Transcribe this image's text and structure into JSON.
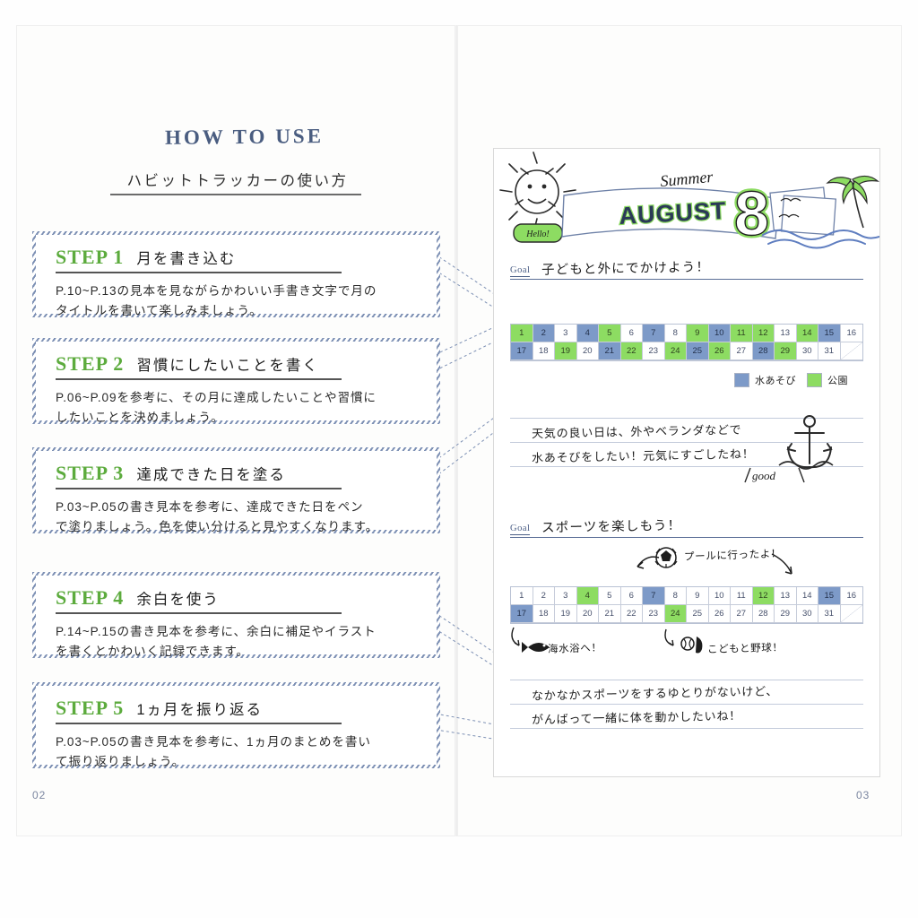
{
  "spread": {
    "left_page_number": "02",
    "right_page_number": "03"
  },
  "left_page": {
    "heading_en": "HOW TO USE",
    "heading_ja": "ハビットトラッカーの使い方",
    "steps": [
      {
        "number": "STEP 1",
        "title": "月を書き込む",
        "body_line1": "P.10~P.13の見本を見ながらかわいい手書き文字で月の",
        "body_line2": "タイトルを書いて楽しみましょう。"
      },
      {
        "number": "STEP 2",
        "title": "習慣にしたいことを書く",
        "body_line1": "P.06~P.09を参考に、その月に達成したいことや習慣に",
        "body_line2": "したいことを決めましょう。"
      },
      {
        "number": "STEP 3",
        "title": "達成できた日を塗る",
        "body_line1": "P.03~P.05の書き見本を参考に、達成できた日をペン",
        "body_line2": "で塗りましょう。色を使い分けると見やすくなります。"
      },
      {
        "number": "STEP 4",
        "title": "余白を使う",
        "body_line1": "P.14~P.15の書き見本を参考に、余白に補足やイラスト",
        "body_line2": "を書くとかわいく記録できます。"
      },
      {
        "number": "STEP 5",
        "title": "1ヵ月を振り返る",
        "body_line1": "P.03~P.05の書き見本を参考に、1ヵ月のまとめを書い",
        "body_line2": "て振り返りましょう。"
      }
    ]
  },
  "right_page": {
    "banner": {
      "season_word": "Summer",
      "month_word": "AUGUST",
      "month_number": "8",
      "hello_tag": "Hello!"
    },
    "goal_label": "Goal",
    "sections": [
      {
        "goal_text": "子どもと外にでかけよう！",
        "legend": [
          {
            "color": "#7d9ac8",
            "label": "水あそび"
          },
          {
            "color": "#8ddc62",
            "label": "公園"
          }
        ],
        "memo_line1": "天気の良い日は、外やベランダなどで",
        "memo_line2": "水あそびをしたい！元気にすごしたね！",
        "stamp": "good"
      },
      {
        "goal_text": "スポーツを楽しもう！",
        "note_ball": "プールに行ったよ！",
        "note_left": "海水浴へ！",
        "note_right": "こどもと野球！",
        "memo_line1": "なかなかスポーツをするゆとりがないけど、",
        "memo_line2": "がんばって一緒に体を動かしたいね！"
      }
    ]
  },
  "chart_data": [
    {
      "type": "heatmap",
      "title": "子どもと外にでかけよう！",
      "categories": [
        1,
        2,
        3,
        4,
        5,
        6,
        7,
        8,
        9,
        10,
        11,
        12,
        13,
        14,
        15,
        16,
        17,
        18,
        19,
        20,
        21,
        22,
        23,
        24,
        25,
        26,
        27,
        28,
        29,
        30,
        31
      ],
      "values": [
        "green",
        "blue",
        "none",
        "blue",
        "green",
        "none",
        "blue",
        "none",
        "green",
        "blue",
        "green",
        "green",
        "none",
        "green",
        "blue",
        "none",
        "blue",
        "none",
        "green",
        "none",
        "blue",
        "green",
        "none",
        "green",
        "blue",
        "green",
        "none",
        "blue",
        "green",
        "none",
        "none"
      ],
      "legend": [
        "水あそび",
        "公園"
      ],
      "colors": {
        "green": "#8ddc62",
        "blue": "#7d9ac8",
        "none": "#ffffff"
      },
      "xlabel": "",
      "ylabel": "",
      "grid": true
    },
    {
      "type": "heatmap",
      "title": "スポーツを楽しもう！",
      "categories": [
        1,
        2,
        3,
        4,
        5,
        6,
        7,
        8,
        9,
        10,
        11,
        12,
        13,
        14,
        15,
        16,
        17,
        18,
        19,
        20,
        21,
        22,
        23,
        24,
        25,
        26,
        27,
        28,
        29,
        30,
        31
      ],
      "values": [
        "none",
        "none",
        "none",
        "green",
        "none",
        "none",
        "blue",
        "none",
        "none",
        "none",
        "none",
        "green",
        "none",
        "none",
        "blue",
        "none",
        "blue",
        "none",
        "none",
        "none",
        "none",
        "none",
        "none",
        "green",
        "none",
        "none",
        "none",
        "none",
        "none",
        "none",
        "none"
      ],
      "legend": [],
      "colors": {
        "green": "#8ddc62",
        "blue": "#7d9ac8",
        "none": "#ffffff"
      },
      "xlabel": "",
      "ylabel": "",
      "grid": true
    }
  ]
}
